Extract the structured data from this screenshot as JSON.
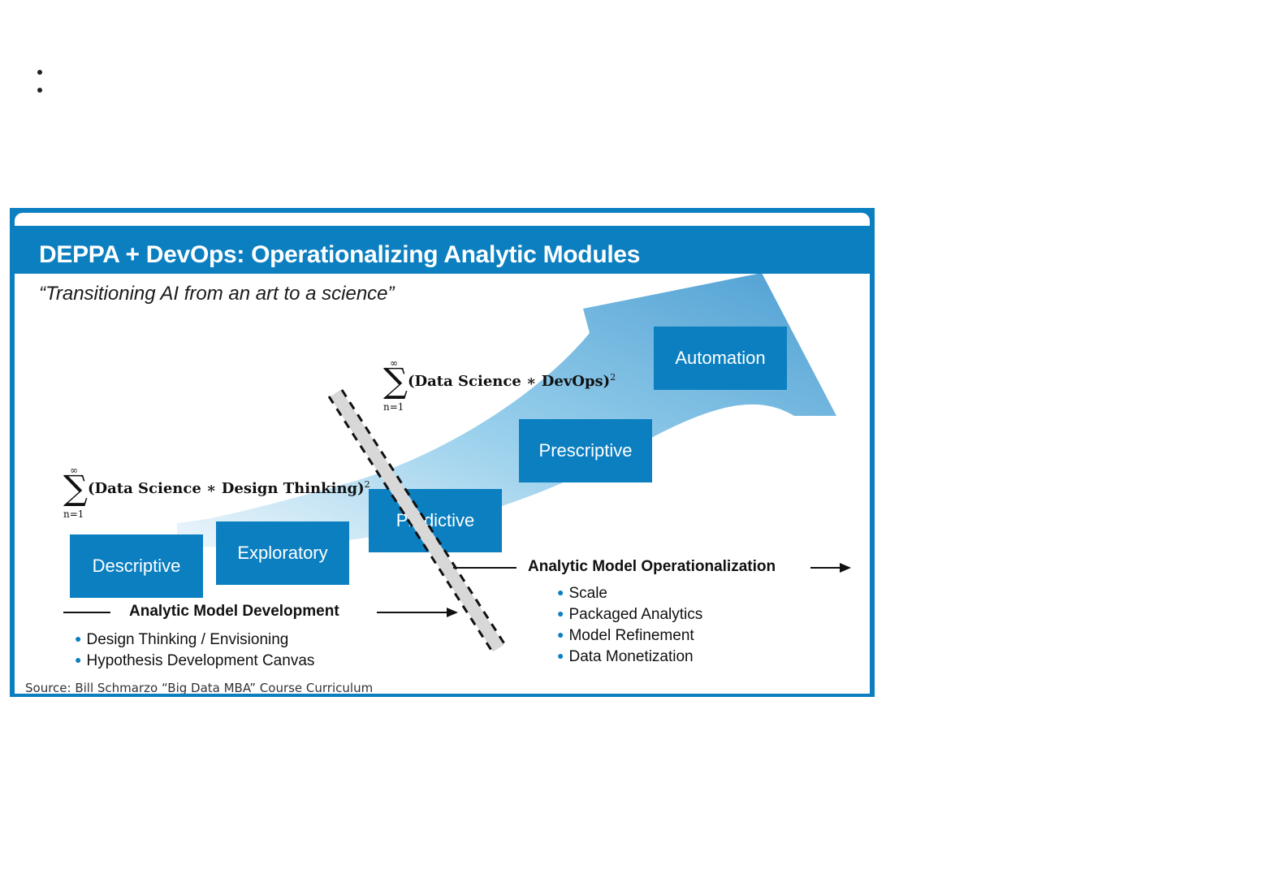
{
  "slide": {
    "title": "DEPPA + DevOps: Operationalizing Analytic Modules",
    "subtitle": "“Transitioning AI from an art to a science”",
    "source": "Source: Bill Schmarzo “Big Data MBA” Course Curriculum"
  },
  "formula_dev": {
    "sigma": "∑",
    "upper": "∞",
    "lower": "n=1",
    "expr": "(Data Science  ∗ Design Thinking)",
    "power": "2"
  },
  "formula_ops": {
    "sigma": "∑",
    "upper": "∞",
    "lower": "n=1",
    "expr": "(Data Science  ∗ DevOps)",
    "power": "2"
  },
  "stages": {
    "descriptive": "Descriptive",
    "exploratory": "Exploratory",
    "predictive": "Predictive",
    "prescriptive": "Prescriptive",
    "automation": "Automation"
  },
  "development": {
    "label": "Analytic Model Development",
    "items": [
      "Design Thinking / Envisioning",
      "Hypothesis Development Canvas"
    ]
  },
  "operationalization": {
    "label": "Analytic Model Operationalization",
    "items": [
      "Scale",
      "Packaged Analytics",
      "Model Refinement",
      "Data Monetization"
    ]
  },
  "colors": {
    "brand_blue": "#0b7fc0",
    "arrow_light": "#d6ecf8",
    "arrow_dark": "#5aa9d8"
  }
}
